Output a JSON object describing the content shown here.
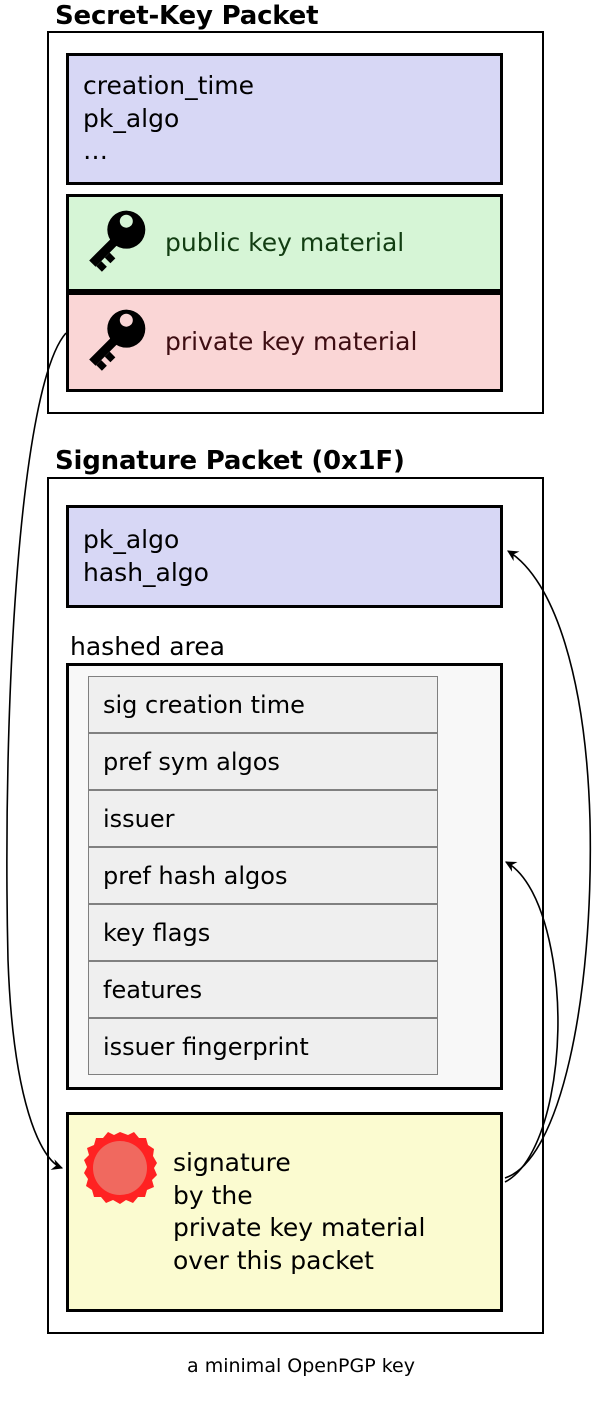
{
  "caption": "a minimal OpenPGP key",
  "packets": [
    {
      "title": "Secret-Key Packet",
      "fields": [
        {
          "name": "header-fields",
          "text": "creation_time\npk_algo\n…",
          "color": "#d7d7f5",
          "icon": null
        },
        {
          "name": "public-key-material",
          "text": "public key material",
          "color": "#d6f5d6",
          "icon": "key-icon"
        },
        {
          "name": "private-key-material",
          "text": "private key material",
          "color": "#fad6d6",
          "icon": "key-icon"
        }
      ]
    },
    {
      "title": "Signature Packet (0x1F)",
      "fields": [
        {
          "name": "algo-fields",
          "text": "pk_algo\nhash_algo",
          "color": "#d7d7f5",
          "icon": null
        }
      ],
      "hashed_area": {
        "label": "hashed area",
        "subpackets": [
          "sig creation time",
          "pref sym algos",
          "issuer",
          "pref hash algos",
          "key flags",
          "features",
          "issuer fingerprint"
        ]
      },
      "signature": {
        "name": "signature-block",
        "text": "signature\nby the\nprivate key material\nover this packet",
        "color": "#fbfbd0",
        "icon": "wax-seal-icon"
      }
    }
  ],
  "colors": {
    "lavender": "#d7d7f5",
    "green": "#d6f5d6",
    "pink": "#fad6d6",
    "yellow": "#fbfbd0",
    "subpacket_fill": "#efefef",
    "hashed_fill": "#f8f8f8",
    "seal_outer": "#ff2222",
    "seal_inner": "#f0695f",
    "stroke": "#000000"
  },
  "arrows": [
    {
      "name": "arrow-private-key-to-signature",
      "from": "private key material",
      "to": "signature"
    },
    {
      "name": "arrow-signature-to-algo-fields",
      "from": "signature",
      "to": "pk_algo / hash_algo"
    },
    {
      "name": "arrow-signature-to-hashed-area",
      "from": "signature",
      "to": "hashed area"
    }
  ]
}
